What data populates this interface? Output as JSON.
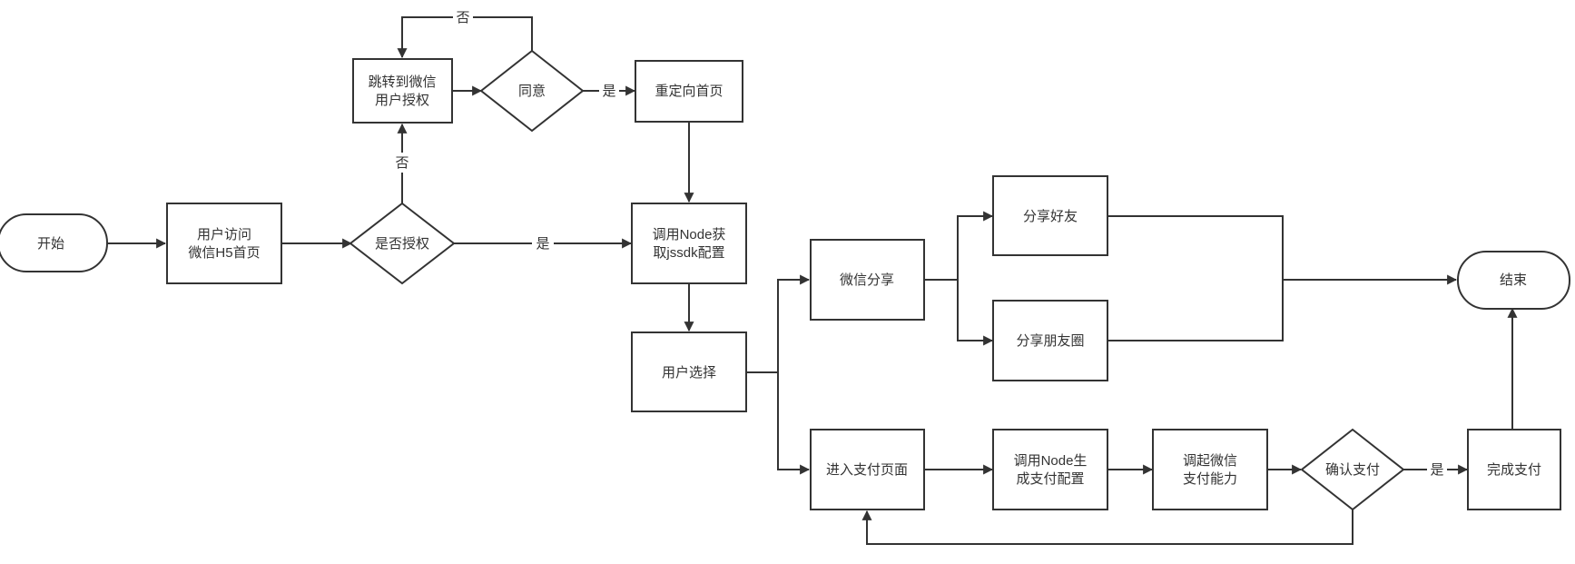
{
  "diagram": {
    "nodes": {
      "start": {
        "lines": [
          "开始"
        ]
      },
      "visit": {
        "lines": [
          "用户访问",
          "微信H5首页"
        ]
      },
      "authq": {
        "lines": [
          "是否授权"
        ]
      },
      "jump": {
        "lines": [
          "跳转到微信",
          "用户授权"
        ]
      },
      "agree": {
        "lines": [
          "同意"
        ]
      },
      "redirect": {
        "lines": [
          "重定向首页"
        ]
      },
      "jssdk": {
        "lines": [
          "调用Node获",
          "取jssdk配置"
        ]
      },
      "choose": {
        "lines": [
          "用户选择"
        ]
      },
      "share": {
        "lines": [
          "微信分享"
        ]
      },
      "friend": {
        "lines": [
          "分享好友"
        ]
      },
      "moments": {
        "lines": [
          "分享朋友圈"
        ]
      },
      "end": {
        "lines": [
          "结束"
        ]
      },
      "paypage": {
        "lines": [
          "进入支付页面"
        ]
      },
      "payconf": {
        "lines": [
          "调用Node生",
          "成支付配置"
        ]
      },
      "wxpay": {
        "lines": [
          "调起微信",
          "支付能力"
        ]
      },
      "confirm": {
        "lines": [
          "确认支付"
        ]
      },
      "done": {
        "lines": [
          "完成支付"
        ]
      }
    },
    "edge_labels": {
      "auth_yes": "是",
      "auth_no": "否",
      "agree_yes": "是",
      "agree_no": "否",
      "confirm_yes": "是"
    }
  }
}
